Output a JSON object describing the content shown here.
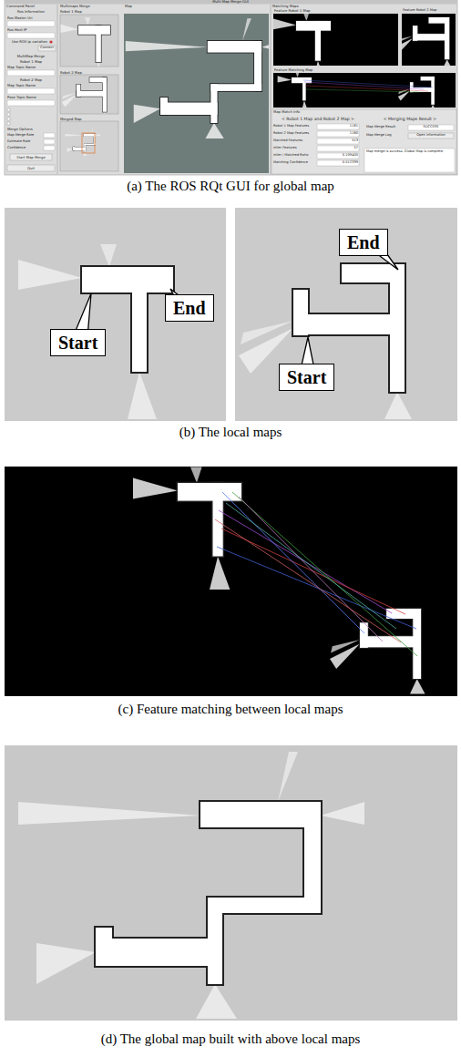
{
  "diagram": {
    "nodes": [
      {
        "text": [
          "Start"
        ]
      },
      {
        "text": [
          "End"
        ]
      },
      {
        "text": [
          "End"
        ]
      },
      {
        "text": [
          "Start"
        ]
      }
    ],
    "labels": [
      "(a) The ROS RQt GUI for global map",
      "(b) The local maps",
      "(c) Feature matching between local maps",
      "(d) The global map built with above local maps",
      "Multi Map Merge GUI",
      "Command Panel",
      "Ros Information",
      "Ros Master Uri",
      "Ros Host IP",
      "Use ROS ip variation",
      "Connect",
      "MultiMap Merge",
      "Robot 1 Map",
      "Map Topic Name",
      "Robot 2 Map",
      "Map Topic Name",
      "Pose Topic Name",
      "Merge Options",
      "Map Merge Rate",
      "Estimate Rate",
      "Confidence",
      "Start Map Merge",
      "Quit",
      "Multimaps Merge",
      "Robot 1 Map",
      "Robot 2 Map",
      "Merged Map",
      "Map",
      "Matching Maps",
      "Feature Robot 1 Map",
      "Feature Robot 2 Map",
      "Feature Matching Map",
      "Map Match Info",
      "< Robot 1 Map and Robot 2 Map >",
      "< Merging Maps Result >",
      "Robot 1 Map Features",
      "1161",
      "Robot 2 Map Features",
      "1160",
      "Matched Features",
      "513",
      "Inlier Features",
      "57",
      "Inlier / Matched Ratio",
      "0.109405",
      "Matching Confidence",
      "0.512339",
      "Map Merge Result",
      "SUCCESS",
      "Map Merge Log",
      "Open Information",
      "Map merge is success. Global Map is complete."
    ]
  }
}
